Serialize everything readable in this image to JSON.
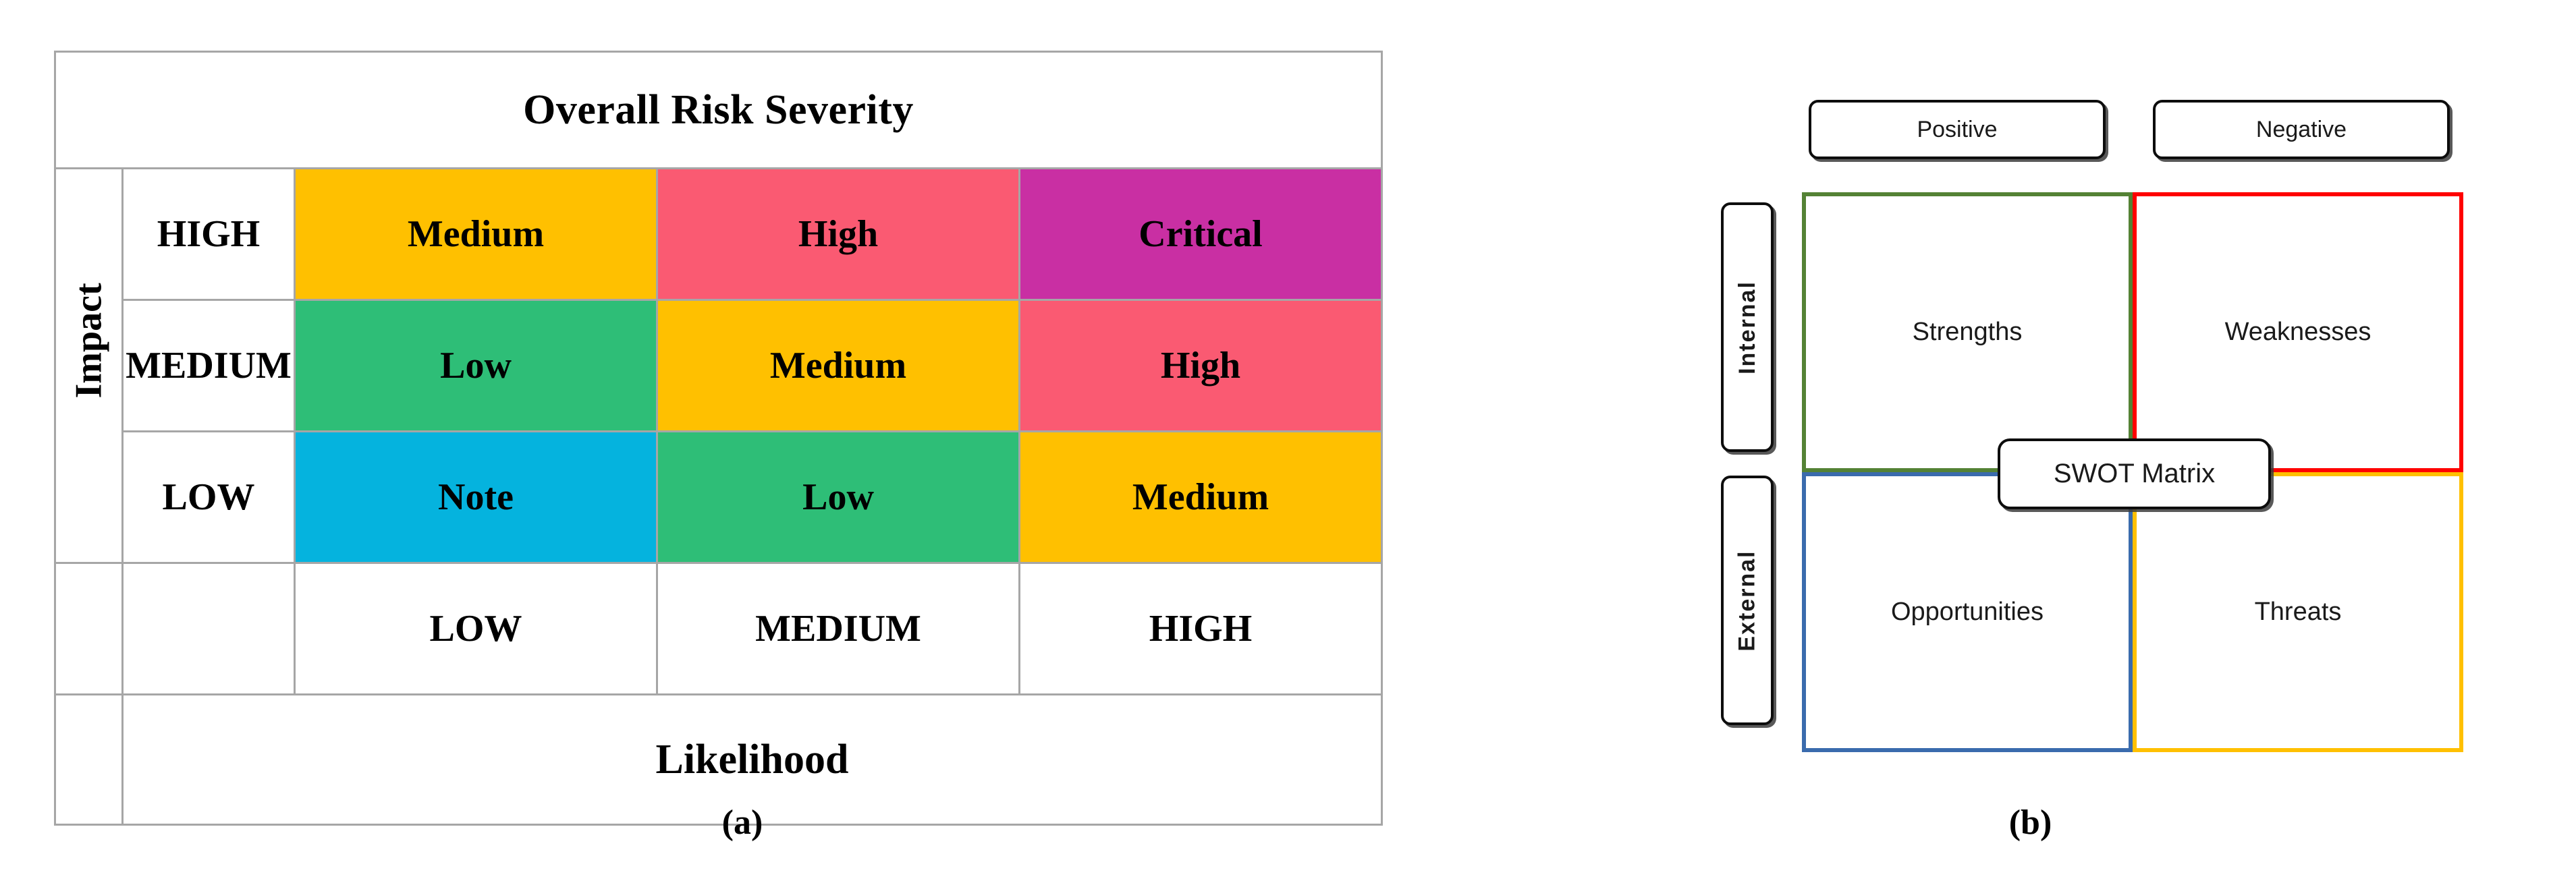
{
  "figure_a": {
    "caption": "(a)",
    "title": "Overall Risk Severity",
    "footer_axis_label": "Likelihood",
    "side_axis_label": "Impact",
    "impact_levels": [
      "HIGH",
      "MEDIUM",
      "LOW"
    ],
    "likelihood_levels": [
      "LOW",
      "MEDIUM",
      "HIGH"
    ],
    "colors": {
      "amber": "#FFC000",
      "pink": "#FA5A72",
      "magenta": "#C92FA3",
      "green": "#2EBE77",
      "cyan": "#05B3DE",
      "grid": "#A6A6A6"
    },
    "matrix": [
      {
        "impact": "HIGH",
        "cells": [
          {
            "label": "Medium",
            "color": "#FFC000"
          },
          {
            "label": "High",
            "color": "#FA5A72"
          },
          {
            "label": "Critical",
            "color": "#C92FA3"
          }
        ]
      },
      {
        "impact": "MEDIUM",
        "cells": [
          {
            "label": "Low",
            "color": "#2EBE77"
          },
          {
            "label": "Medium",
            "color": "#FFC000"
          },
          {
            "label": "High",
            "color": "#FA5A72"
          }
        ]
      },
      {
        "impact": "LOW",
        "cells": [
          {
            "label": "Note",
            "color": "#05B3DE"
          },
          {
            "label": "Low",
            "color": "#2EBE77"
          },
          {
            "label": "Medium",
            "color": "#FFC000"
          }
        ]
      }
    ]
  },
  "figure_b": {
    "caption": "(b)",
    "center_label": "SWOT Matrix",
    "column_headers": [
      "Positive",
      "Negative"
    ],
    "row_headers": [
      "Internal",
      "External"
    ],
    "quadrants": [
      {
        "label": "Strengths",
        "border_color": "#548235"
      },
      {
        "label": "Weaknesses",
        "border_color": "#FF0000"
      },
      {
        "label": "Opportunities",
        "border_color": "#3A6BAD"
      },
      {
        "label": "Threats",
        "border_color": "#FFC000"
      }
    ]
  }
}
